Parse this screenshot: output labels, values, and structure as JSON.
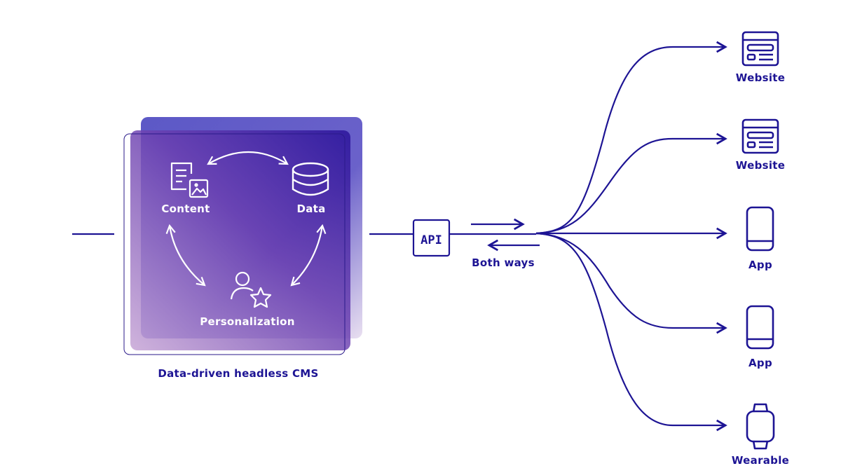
{
  "colors": {
    "navy": "#1d1494",
    "purple": "#6a3fb0",
    "lavender": "#c8b0dc"
  },
  "cms": {
    "caption": "Data-driven headless CMS",
    "nodes": [
      {
        "label": "Content",
        "icon": "document-image-icon"
      },
      {
        "label": "Data",
        "icon": "database-icon"
      },
      {
        "label": "Personalization",
        "icon": "user-star-icon"
      }
    ]
  },
  "api": {
    "label": "API",
    "flow_label": "Both ways"
  },
  "outputs": [
    {
      "label": "Website",
      "icon": "website-icon"
    },
    {
      "label": "Website",
      "icon": "website-icon"
    },
    {
      "label": "App",
      "icon": "phone-icon"
    },
    {
      "label": "App",
      "icon": "phone-icon"
    },
    {
      "label": "Wearable",
      "icon": "watch-icon"
    }
  ]
}
